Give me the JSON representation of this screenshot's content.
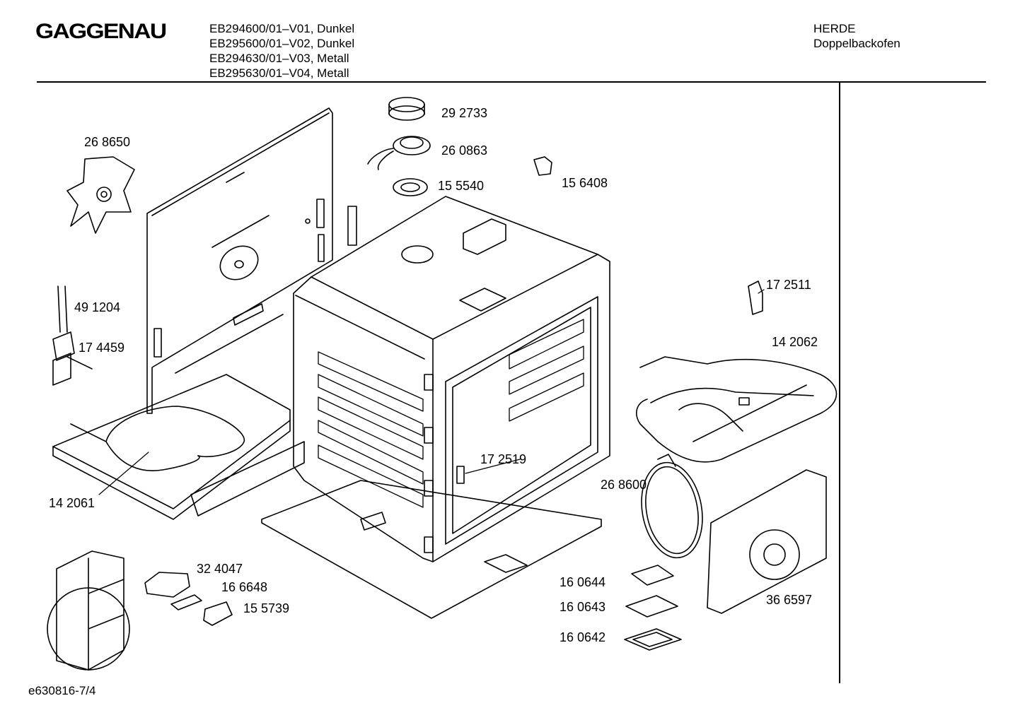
{
  "header": {
    "brand": "GAGGENAU",
    "models": [
      "EB294600/01–V01, Dunkel",
      "EB295600/01–V02, Dunkel",
      "EB294630/01–V03, Metall",
      "EB295630/01–V04, Metall"
    ],
    "category": "HERDE",
    "subcategory": "Doppelbackofen"
  },
  "parts": {
    "p292733": "29 2733",
    "p260863": "26 0863",
    "p155540": "15 5540",
    "p156408": "15 6408",
    "p268650": "26 8650",
    "p491204": "49 1204",
    "p174459": "17 4459",
    "p172511": "17 2511",
    "p142062": "14 2062",
    "p172519": "17 2519",
    "p268600": "26 8600",
    "p142061": "14 2061",
    "p324047": "32 4047",
    "p166648": "16 6648",
    "p155739": "15 5739",
    "p160644": "16 0644",
    "p160643": "16 0643",
    "p160642": "16 0642",
    "p366597": "36 6597"
  },
  "footer": {
    "doc_id": "e630816-7/4"
  }
}
